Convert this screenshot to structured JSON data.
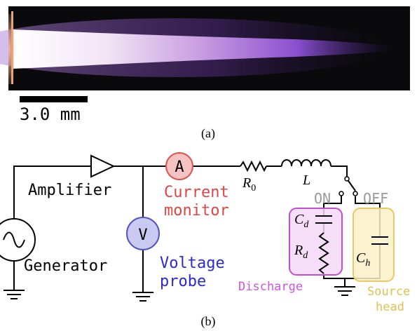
{
  "panel_a": {
    "scale_bar_label": "3.0 mm",
    "caption": "(a)"
  },
  "panel_b": {
    "caption": "(b)",
    "amplifier_label": "Amplifier",
    "generator_label": "Generator",
    "ammeter_symbol": "A",
    "voltmeter_symbol": "V",
    "current_monitor_label": [
      "Current",
      "monitor"
    ],
    "voltage_probe_label": [
      "Voltage",
      "probe"
    ],
    "resistor_label": {
      "main": "R",
      "sub": "0"
    },
    "inductor_label": "L",
    "switch_on_label": "ON",
    "switch_off_label": "OFF",
    "capacitor_d_label": {
      "main": "C",
      "sub": "d"
    },
    "resistor_d_label": {
      "main": "R",
      "sub": "d"
    },
    "capacitor_h_label": {
      "main": "C",
      "sub": "h"
    },
    "discharge_label": "Discharge",
    "source_head_label": [
      "Source",
      "head"
    ]
  },
  "colors": {
    "ammeter_fill": "#f6c3c3",
    "ammeter_stroke": "#d9534f",
    "current_monitor_text": "#e04545",
    "voltmeter_fill": "#c9c9f2",
    "voltmeter_stroke": "#5555c0",
    "voltage_probe_text": "#2a2ad0",
    "discharge_box_fill": "#f5d8f8",
    "discharge_box_stroke": "#c04fd0",
    "discharge_text": "#cc55dd",
    "source_box_fill": "#fbf0c8",
    "source_box_stroke": "#e8c860",
    "source_text": "#e0c050",
    "switch_text": "#9a9a9a",
    "plasma_core": "#f6eef7",
    "plasma_tail": "#7a40c8"
  }
}
